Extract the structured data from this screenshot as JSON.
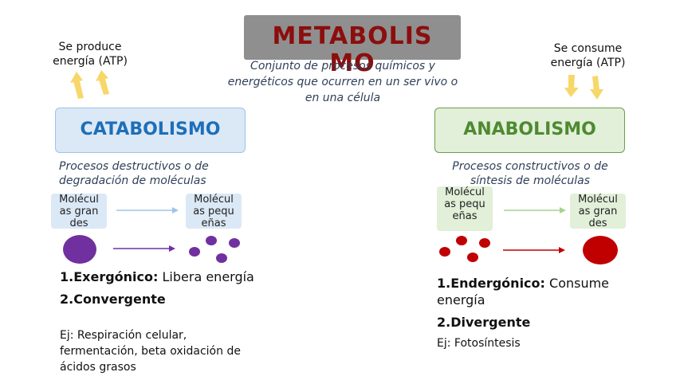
{
  "title": "METABOLISMO",
  "title_lines": [
    "METABOLIS",
    "MO"
  ],
  "subtitle": "Conjunto de procesos químicos y energéticos que ocurren en un ser vivo o en una célula",
  "catabolism": {
    "energy_note": "Se produce energía (ATP)",
    "heading": "CATABOLISMO",
    "description": "Procesos destructivos o de degradación de moléculas",
    "from_label": "Moléculas grandes",
    "to_label": "Moléculas pequeñas",
    "property_1_title": "1.Exergónico:",
    "property_1_text": "Libera energía",
    "property_2_title": "2.Convergente",
    "example": "Ej: Respiración celular, fermentación, beta oxidación de ácidos grasos"
  },
  "anabolism": {
    "energy_note": "Se consume energía (ATP)",
    "heading": "ANABOLISMO",
    "description": "Procesos constructivos o de síntesis de moléculas",
    "from_label": "Moléculas pequeñas",
    "to_label": "Moléculas grandes",
    "property_1_title": "1.Endergónico:",
    "property_1_text": "Consume energía",
    "property_2_title": "2.Divergente",
    "example": "Ej: Fotosíntesis"
  },
  "colors": {
    "title_text": "#8b0e0e",
    "title_box": "#8f8f8f",
    "catabolism_accent": "#1d6fb8",
    "anabolism_accent": "#4e8a30",
    "catabolism_molecule": "#7030a0",
    "anabolism_molecule": "#c00000",
    "atp_arrow": "#f7d76a"
  }
}
